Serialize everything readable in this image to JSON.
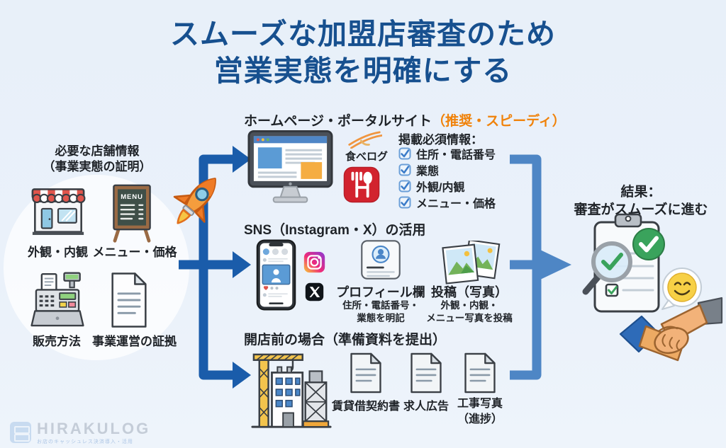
{
  "title": {
    "line1": "スムーズな加盟店審査のため",
    "line2": "営業実態を明確にする"
  },
  "left_panel": {
    "heading_line1": "必要な店舗情報",
    "heading_line2": "（事業実態の証明）",
    "menu_board_text": "MENU",
    "items": [
      {
        "icon": "storefront-icon",
        "label": "外観・内観"
      },
      {
        "icon": "menu-board-icon",
        "label": "メニュー・価格"
      },
      {
        "icon": "cash-register-icon",
        "label": "販売方法"
      },
      {
        "icon": "document-icon",
        "label": "事業運営の証拠"
      }
    ]
  },
  "row_homepage": {
    "heading": "ホームページ・ポータルサイト",
    "heading_note": "（推奨・スピーディ）",
    "tabelog_label": "食べログ",
    "checklist_title": "掲載必須情報：",
    "checklist": [
      "住所・電話番号",
      "業態",
      "外観/内観",
      "メニュー・価格"
    ]
  },
  "row_sns": {
    "heading": "SNS（Instagram・X）の活用",
    "profile_title": "プロフィール欄",
    "profile_sub1": "住所・電話番号・",
    "profile_sub2": "業態を明記",
    "post_title": "投稿（写真）",
    "post_sub1": "外観・内観・",
    "post_sub2": "メニュー写真を投稿"
  },
  "row_preopen": {
    "heading": "開店前の場合（準備資料を提出）",
    "documents": [
      {
        "label": "賃貸借契約書"
      },
      {
        "label": "求人広告"
      },
      {
        "label": "工事写真",
        "label2": "（進捗）"
      }
    ]
  },
  "result_panel": {
    "heading_line1": "結果：",
    "heading_line2": "審査がスムーズに進む"
  },
  "watermark": {
    "brand": "HIRAKULOG",
    "tagline": "お店のキャッシュレス決済導入・活用"
  },
  "colors": {
    "title_blue": "#17508f",
    "arrow_dark": "#1a5caa",
    "arrow_light": "#4e86c5",
    "accent_orange": "#f0820a",
    "tabelog_red": "#d2232e",
    "check_green": "#3aa35c",
    "background": "#eaf1fa"
  },
  "icons": {
    "rocket-icon": "rocket illustration",
    "storefront-icon": "shop with striped awning",
    "menu-board-icon": "chalkboard menu stand",
    "cash-register-icon": "cash register",
    "document-icon": "paper document",
    "monitor-icon": "desktop browser window",
    "tabelog-chopsticks-icon": "chopsticks logo",
    "tabelog-app-icon": "red fork-and-spoon app tile",
    "checkbox-icon": "blue checked box",
    "smartphone-icon": "phone with social feed",
    "instagram-icon": "instagram gradient tile",
    "x-icon": "X (twitter) black tile",
    "profile-card-icon": "profile card with avatar",
    "photos-icon": "two landscape photos",
    "construction-icon": "building with crane and scaffold",
    "clipboard-check-icon": "clipboard with magnifier and green checks",
    "smiley-icon": "smiley speech bubble",
    "handshake-icon": "handshake"
  }
}
